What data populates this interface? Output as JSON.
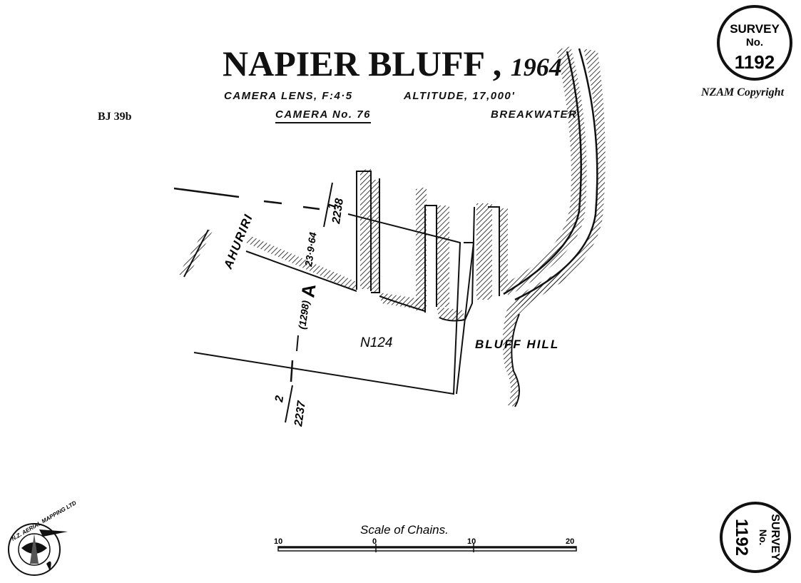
{
  "title": {
    "name": "NAPIER BLUFF",
    "separator": " ,",
    "year": "1964"
  },
  "subtitle": {
    "camera_lens": "CAMERA LENS, F:4·5",
    "altitude": "ALTITUDE, 17,000'",
    "camera_no": "CAMERA No. 76",
    "breakwater": "BREAKWATER"
  },
  "left_code": "BJ 39b",
  "copyright": "NZAM Copyright",
  "stamp_top": {
    "line1": "SURVEY",
    "line2": "No.",
    "number": "1192"
  },
  "stamp_bottom": {
    "line1": "SURVEY",
    "line2": "No.",
    "number": "1192"
  },
  "map_labels": {
    "ahuriri": "AHURIRI",
    "run_top": "1",
    "run_top_frame": "2238",
    "date": "23·9·64",
    "point": "A",
    "point_ref": "(1298)",
    "run_bottom": "2",
    "run_bottom_frame": "2237",
    "sheet": "N124",
    "bluff_hill": "BLUFF HILL"
  },
  "scale": {
    "caption": "Scale of Chains.",
    "ticks": [
      "10",
      "0",
      "10",
      "20"
    ]
  },
  "logo": {
    "text": "N.Z. AERIAL MAPPING LTD"
  },
  "colors": {
    "ink": "#111111",
    "paper": "#ffffff"
  }
}
